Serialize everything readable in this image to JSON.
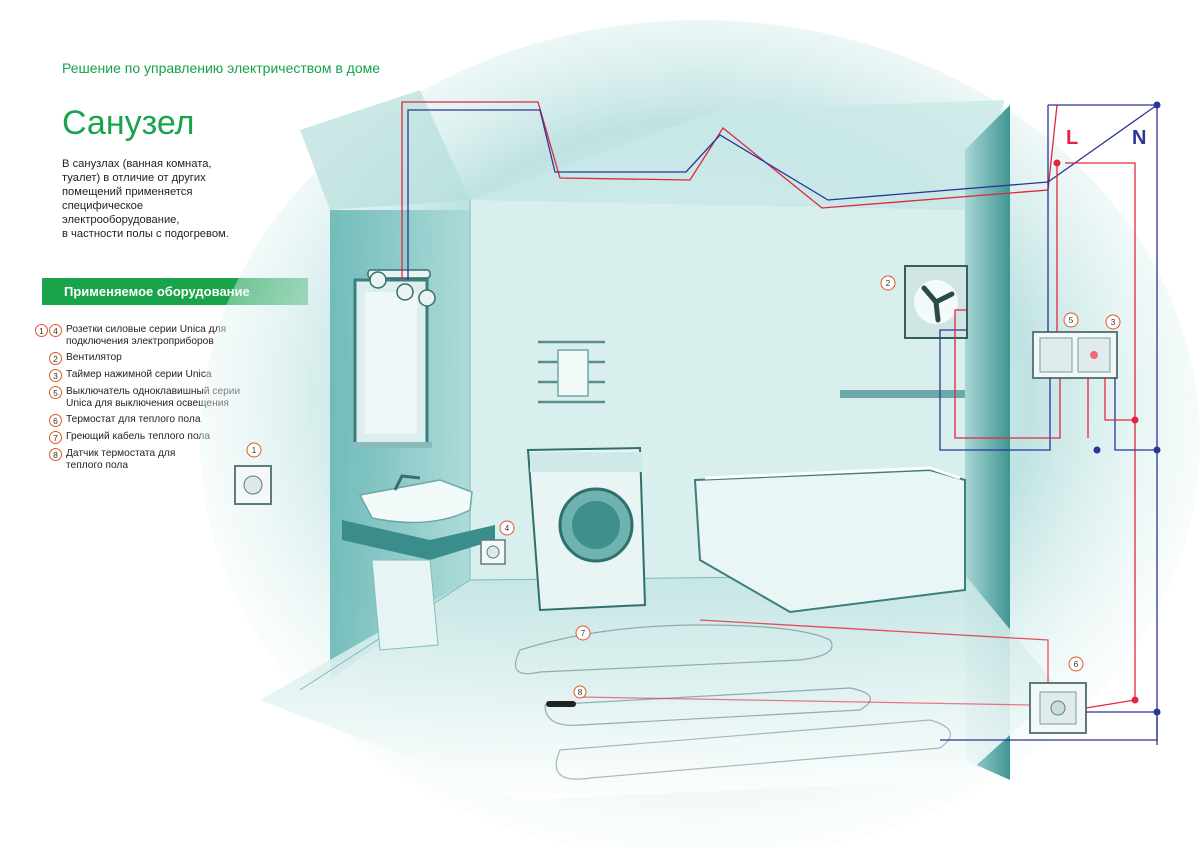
{
  "header": {
    "tagline": "Решение по управлению электричеством в доме",
    "title": "Санузел",
    "intro": "В санузлах (ванная комната,\nтуалет) в отличие от других\nпомещений применяется\nспецифическое\nэлектрооборудование,\nв частности полы с подогревом."
  },
  "equipment": {
    "heading": "Применяемое оборудование",
    "items": [
      {
        "nums": [
          "1",
          "4"
        ],
        "text": "Розетки силовые серии Unica для\nподключения электроприборов"
      },
      {
        "nums": [
          "2"
        ],
        "text": "Вентилятор"
      },
      {
        "nums": [
          "3"
        ],
        "text": "Таймер нажимной серии Unica"
      },
      {
        "nums": [
          "5"
        ],
        "text": "Выключатель одноклавишный серии\nUnica для выключения освещения"
      },
      {
        "nums": [
          "6"
        ],
        "text": "Термостат для теплого пола"
      },
      {
        "nums": [
          "7"
        ],
        "text": "Греющий кабель теплого пола"
      },
      {
        "nums": [
          "8"
        ],
        "text": "Датчик термостата для\nтеплого пола"
      }
    ]
  },
  "wiring": {
    "phase_label": "L",
    "neutral_label": "N",
    "phase_color": "#e3263f",
    "neutral_color": "#2b3595"
  },
  "scene_markers": {
    "m1": "1",
    "m2": "2",
    "m3": "3",
    "m4": "4",
    "m5": "5",
    "m6": "6",
    "m7": "7",
    "m8": "8"
  },
  "colors": {
    "accent_green": "#19a34a",
    "marker_orange": "#e0572a",
    "room_teal": "#7fc6c4"
  }
}
